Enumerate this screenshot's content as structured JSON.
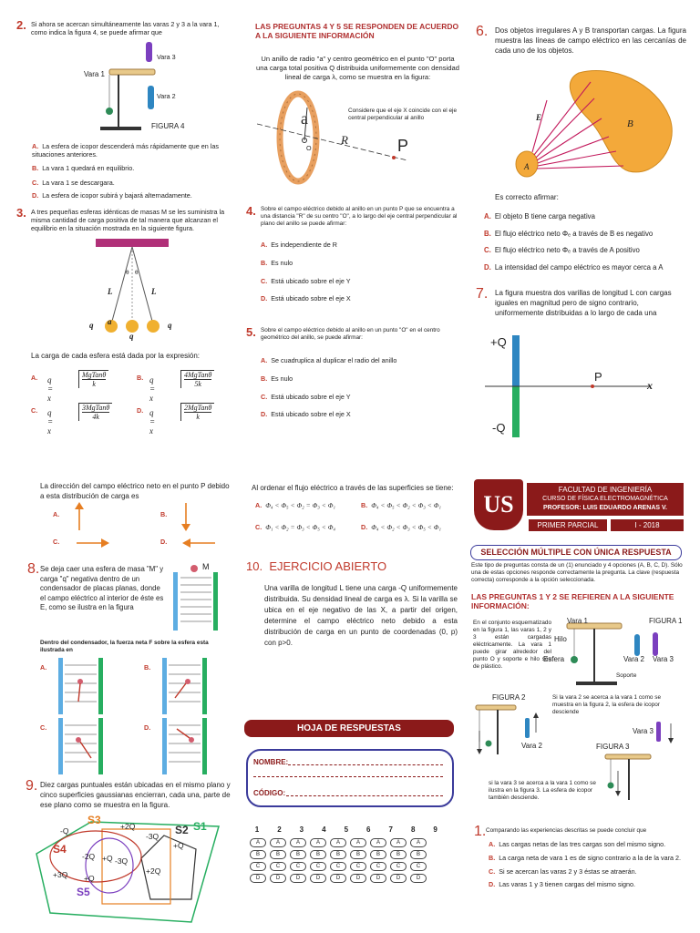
{
  "q2": {
    "num": "2.",
    "stem": "Si ahora se acercan simultáneamente las varas 2 y 3  a la vara 1, como indica la figura 4, se puede afirmar que",
    "fig_labels": [
      "Vara 3",
      "Vara 1",
      "Vara 2",
      "FIGURA 4"
    ],
    "options": [
      {
        "l": "A.",
        "t": "La esfera de icopor descenderá más rápidamente que en las situaciones anteriores."
      },
      {
        "l": "B.",
        "t": "La vara 1 quedará en  equilibrio."
      },
      {
        "l": "C.",
        "t": "La vara 1 se descargara."
      },
      {
        "l": "D.",
        "t": "La esfera de icopor subirá y bajará alternadamente."
      }
    ]
  },
  "q3": {
    "num": "3.",
    "stem": "A tres pequeñas esferas idénticas de masas M se les suministra la misma cantidad de carga positiva de tal manera que alcanzan el equilibrio en la situación mostrada en la siguiente figura.",
    "fig_labels": [
      "L",
      "L",
      "θ",
      "θ",
      "q",
      "a",
      "q",
      "q"
    ],
    "question": "La carga de cada esfera está dada por la expresión:",
    "options": [
      {
        "l": "A.",
        "pre": "q = x",
        "num": "MgTanθ",
        "den": "k"
      },
      {
        "l": "B.",
        "pre": "q = x",
        "num": "4MgTanθ",
        "den": "5k"
      },
      {
        "l": "C.",
        "pre": "q = x",
        "num": "3MgTanθ",
        "den": "4k"
      },
      {
        "l": "D.",
        "pre": "q = x",
        "num": "2MgTanθ",
        "den": "k"
      }
    ]
  },
  "info45": {
    "title": "LAS PREGUNTAS 4 Y 5 SE RESPONDEN DE ACUERDO A LA SIGUIENTE INFORMACIÓN",
    "text": "Un anillo de radio \"a\" y centro geométrico en el punto \"O\" porta una carga total positiva Q distribuida uniformemente con densidad lineal de carga λ, como se muestra en la figura:",
    "note": "Considere que el eje X coincide con el eje central perpendicular al anillo",
    "fig_labels": [
      "a",
      "O",
      "R",
      "P"
    ]
  },
  "q4": {
    "num": "4.",
    "stem": "Sobre el campo eléctrico debido al anillo en un punto P que se encuentra a una distancia \"R\" de su centro \"O\", a lo largo del eje central perpendicular al plano del anillo se puede afirmar:",
    "options": [
      {
        "l": "A.",
        "t": "Es independiente de R"
      },
      {
        "l": "B.",
        "t": "Es nulo"
      },
      {
        "l": "C.",
        "t": "Está ubicado sobre el eje Y"
      },
      {
        "l": "D.",
        "t": "Está ubicado sobre el eje X"
      }
    ]
  },
  "q5": {
    "num": "5.",
    "stem": "Sobre el campo eléctrico debido al anillo en un punto \"O\" en el centro geométrico del anillo, se puede afirmar:",
    "options": [
      {
        "l": "A.",
        "t": "Se cuadruplica al duplicar el radio del anillo"
      },
      {
        "l": "B.",
        "t": "Es nulo"
      },
      {
        "l": "C.",
        "t": "Está ubicado sobre el eje Y"
      },
      {
        "l": "D.",
        "t": "Está ubicado sobre el eje X"
      }
    ]
  },
  "q6": {
    "num": "6.",
    "stem": "Dos objetos irregulares A y B transportan cargas. La figura muestra las líneas de campo eléctrico en las cercanías de cada uno de los objetos.",
    "fig_labels": [
      "E",
      "B",
      "A"
    ],
    "question": "Es correcto afirmar:",
    "options": [
      {
        "l": "A.",
        "t": "El objeto B tiene carga negativa"
      },
      {
        "l": "B.",
        "t": "El flujo eléctrico neto Φₑ a través de B es negativo"
      },
      {
        "l": "C.",
        "t": "El flujo eléctrico neto Φₑ a través de A positivo"
      },
      {
        "l": "D.",
        "t": "La intensidad del campo eléctrico es mayor cerca a A"
      }
    ]
  },
  "q7": {
    "num": "7.",
    "stem": "La figura muestra dos varillas de longitud L con cargas iguales en magnitud pero de signo contrario, uniformemente distribuidas a lo largo de cada una",
    "fig_labels": [
      "+Q",
      "P",
      "x",
      "-Q"
    ],
    "question": "La dirección del campo eléctrico neto en el punto P debido a esta distribución de carga es",
    "options": [
      "A.",
      "B.",
      "C.",
      "D."
    ]
  },
  "q8": {
    "num": "8.",
    "stem": "Se deja caer una esfera de masa \"M\" y carga \"q\" negativa dentro de un condensador de placas planas, donde el campo eléctrico al interior de éste es  E, como se ilustra en la figura",
    "fig_label": "M",
    "question": "Dentro del condensador, la fuerza neta F sobre la esfera esta ilustrada en",
    "options": [
      "A.",
      "B.",
      "C.",
      "D."
    ]
  },
  "q9": {
    "num": "9.",
    "stem": "Diez cargas puntuales están ubicadas en el mismo plano y cinco superficies gaussianas encierran, cada una, parte de ese plano como se muestra en la figura.",
    "charges": [
      "-Q",
      "+2Q",
      "-3Q",
      "+Q",
      "-2Q",
      "+Q",
      "-3Q",
      "+3Q",
      "+Q",
      "+2Q"
    ],
    "surfaces": [
      "S1",
      "S2",
      "S3",
      "S4",
      "S5"
    ]
  },
  "q9b": {
    "stem": "Al ordenar el flujo eléctrico a través de las superficies se tiene:",
    "options": [
      {
        "l": "A.",
        "t": "Φ₄ < Φ₅ < Φ₂ = Φ₃ < Φ₁"
      },
      {
        "l": "B.",
        "t": "Φ₄ < Φ₅ < Φ₂ < Φ₃ < Φ₁"
      },
      {
        "l": "C.",
        "t": "Φ₁ < Φ₂ = Φ₃ < Φ₅ < Φ₄"
      },
      {
        "l": "D.",
        "t": "Φ₄ < Φ₂ < Φ₃ < Φ₅ < Φ₁"
      }
    ]
  },
  "q10": {
    "num": "10.",
    "title": "EJERCICIO ABIERTO",
    "text": "Una varilla de longitud L tiene una carga -Q uniformemente distribuida. Su densidad lineal de carga es λ.  Si la varilla se ubica en el eje negativo de las X, a partir del origen, determine el campo eléctrico neto debido a esta distribución de carga en un punto de coordenadas (0, p) con p>0."
  },
  "answers": {
    "title": "HOJA DE RESPUESTAS",
    "name_label": "NOMBRE:",
    "code_label": "CÓDIGO:",
    "columns": [
      "1",
      "2",
      "3",
      "4",
      "5",
      "6",
      "7",
      "8",
      "9"
    ],
    "letters": [
      "A",
      "B",
      "C",
      "D"
    ]
  },
  "header": {
    "logo": "US",
    "faculty": "FACULTAD DE INGENIERÍA",
    "course": "CURSO DE FÍSICA ELECTROMAGNÉTICA",
    "professor": "PROFESOR:  LUIS EDUARDO ARENAS V.",
    "exam": "PRIMER PARCIAL",
    "period": "I - 2018"
  },
  "intro": {
    "title": "SELECCIÓN MÚLTIPLE CON ÚNICA RESPUESTA",
    "text": "Este tipo de preguntas consta de un (1) enunciado y 4 opciones (A, B, C, D). Sólo una de estas opciones responde correctamente la pregunta. La clave (respuesta correcta) corresponde a la opción seleccionada.",
    "info_title": "LAS PREGUNTAS 1 Y 2 SE REFIEREN A LA SIGUIENTE INFORMACIÓN:",
    "info_text": "En el conjunto esquematizado en la figura 1, las varas 1, 2 y 3 están cargadas eléctricamente. La vara 1 puede girar alrededor del punto O y  soporte e hilo son de plástico.",
    "fig1_labels": [
      "Vara 1",
      "FIGURA 1",
      "Hilo",
      "Esfera",
      "Vara 2",
      "Vara 3",
      "Soporte"
    ],
    "fig2_title": "FIGURA 2",
    "fig2_text": "Si la vara 2 se acerca a la vara 1 como se muestra en la figura 2, la esfera de icopor desciende",
    "fig2_label": "Vara 2",
    "fig3_title": "FIGURA 3",
    "fig3_label": "Vara 3",
    "fig3_text": "si la vara 3 se acerca a la vara 1 como se ilustra en la figura 3. La esfera de icopor también desciende."
  },
  "q1": {
    "num": "1.",
    "stem": "Comparando las experiencias descritas se puede concluir que",
    "options": [
      {
        "l": "A.",
        "t": "Las cargas netas de las tres cargas son del mismo signo."
      },
      {
        "l": "B.",
        "t": "La carga neta de vara 1 es de signo contrario a la de la vara 2."
      },
      {
        "l": "C.",
        "t": "Si se acercan las varas  2 y 3 éstas se atraerán."
      },
      {
        "l": "D.",
        "t": "Las varas 1 y 3 tienen cargas del mismo signo."
      }
    ]
  },
  "colors": {
    "red": "#c0392b",
    "maroon": "#8b1a1a",
    "purple": "#7b3fbf",
    "blue": "#2e86c1",
    "green": "#27ae60",
    "orange": "#e67e22"
  }
}
